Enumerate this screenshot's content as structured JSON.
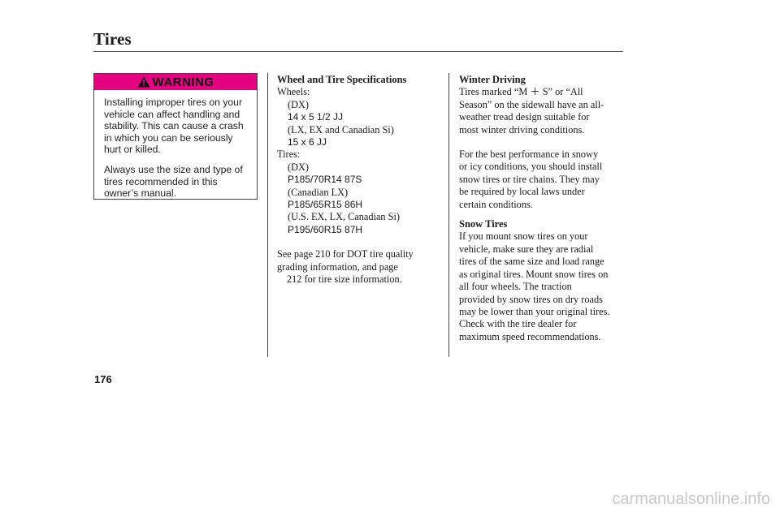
{
  "header": {
    "title": "Tires"
  },
  "warning": {
    "label": "WARNING",
    "paragraphs": [
      "Installing improper tires on your vehicle can affect handling and stability. This can cause a crash in which you can be seriously hurt or killed.",
      "Always use the size and type of tires recommended in this owner’s manual."
    ]
  },
  "specs": {
    "heading": "Wheel and Tire Specifications",
    "wheels_label": "Wheels:",
    "wheels": [
      {
        "model": "(DX)",
        "size": "14 x 5 1/2 JJ"
      },
      {
        "model": "(LX, EX and Canadian Si)",
        "size": "15 x 6 JJ"
      }
    ],
    "tires_label": "Tires:",
    "tires": [
      {
        "model": "(DX)",
        "size": "P185/70R14 87S"
      },
      {
        "model": "(Canadian LX)",
        "size": "P185/65R15 86H"
      },
      {
        "model": "(U.S. EX, LX, Canadian Si)",
        "size": "P195/60R15 87H"
      }
    ],
    "note_lines": [
      "See page 210 for DOT tire quality",
      "grading information, and page",
      "212  for tire size information."
    ]
  },
  "winter": {
    "heading": "Winter Driving",
    "p1_lines": [
      "Tires marked “M ＋ S” or “All",
      "Season” on the sidewall have an all-",
      "weather tread design suitable for",
      "most winter driving conditions."
    ],
    "p2_lines": [
      "For the best performance in snowy",
      "or icy conditions, you should install",
      "snow tires or tire chains. They may",
      "be required by local laws under",
      "certain conditions."
    ],
    "snow_heading": "Snow Tires",
    "p3_lines": [
      "If you mount snow tires on your",
      "vehicle, make sure they are radial",
      "tires of the same size and load range",
      "as original tires. Mount snow tires on",
      "all four wheels. The traction",
      "provided by snow tires on dry roads",
      "may be lower than your original tires.",
      "Check with the tire dealer for",
      "maximum speed recommendations."
    ]
  },
  "footer": {
    "page_number": "176",
    "watermark": "carmanualsonline.info"
  },
  "colors": {
    "warning_bg": "#e4007e"
  }
}
